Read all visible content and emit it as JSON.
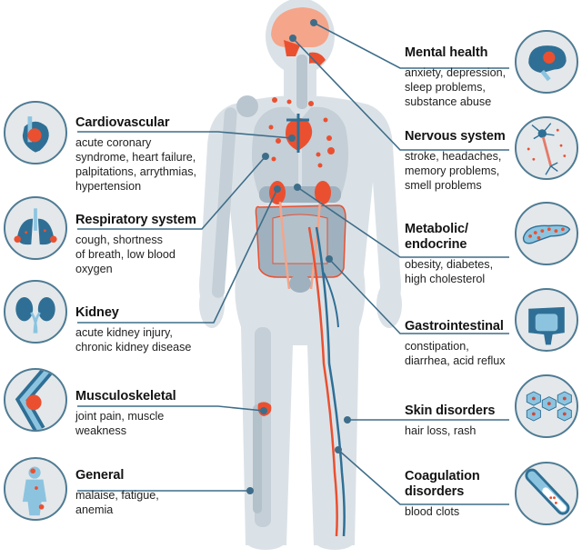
{
  "figure": {
    "colors": {
      "body_fill": "#dbe2e7",
      "organ_gray": "#9fb1be",
      "organ_dark": "#7f94a3",
      "accent_red": "#ea5030",
      "accent_pink": "#f4a58a",
      "leader_blue": "#3e6d89",
      "icon_blue": "#2f6f95",
      "icon_light": "#8cc4e0",
      "circle_bg": "#e4e8eb"
    }
  },
  "left_items": [
    {
      "title": "Cardiovascular",
      "icon": "heart-icon",
      "lines": [
        "acute coronary",
        "syndrome, heart failure,",
        "palpitations, arrythmias,",
        "hypertension"
      ]
    },
    {
      "title": "Respiratory system",
      "icon": "lungs-icon",
      "lines": [
        "cough, shortness",
        "of breath, low blood",
        "oxygen"
      ]
    },
    {
      "title": "Kidney",
      "icon": "kidney-icon",
      "lines": [
        "acute kidney injury,",
        "chronic kidney disease"
      ]
    },
    {
      "title": "Musculoskeletal",
      "icon": "knee-joint-icon",
      "lines": [
        "joint pain, muscle",
        "weakness"
      ]
    },
    {
      "title": "General",
      "icon": "body-figure-icon",
      "lines": [
        "malaise, fatigue,",
        "anemia"
      ]
    }
  ],
  "right_items": [
    {
      "title": "Mental health",
      "icon": "brain-icon",
      "lines": [
        "anxiety, depression,",
        "sleep problems,",
        "substance abuse"
      ]
    },
    {
      "title": "Nervous system",
      "icon": "neuron-icon",
      "lines": [
        "stroke, headaches,",
        "memory problems,",
        "smell problems"
      ]
    },
    {
      "title_lines": [
        "Metabolic/",
        "endocrine"
      ],
      "icon": "pancreas-icon",
      "lines": [
        "obesity, diabetes,",
        "high cholesterol"
      ]
    },
    {
      "title": "Gastrointestinal",
      "icon": "intestine-icon",
      "lines": [
        "constipation,",
        "diarrhea, acid reflux"
      ]
    },
    {
      "title": "Skin disorders",
      "icon": "skin-cells-icon",
      "lines": [
        "hair loss, rash"
      ]
    },
    {
      "title_lines": [
        "Coagulation",
        "disorders"
      ],
      "icon": "blood-vessel-clot-icon",
      "lines": [
        "blood clots"
      ]
    }
  ]
}
